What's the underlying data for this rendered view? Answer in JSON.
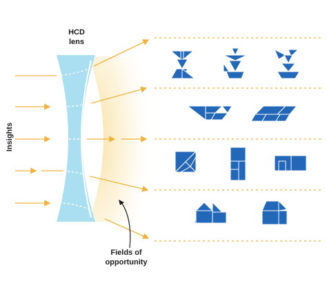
{
  "lens_label": [
    "HCD",
    "lens"
  ],
  "insights_label": "Insights",
  "fields_label": [
    "Fields of",
    "opportunity"
  ],
  "colors": {
    "lens": "#a9dff0",
    "arrow": "#f0b23c",
    "glow": "#f7d98a",
    "tangram": "#2267b8",
    "text": "#1a1a1a"
  },
  "icons": [
    "tangram-bird-icon",
    "tangram-bird-icon",
    "tangram-bird-icon",
    "tangram-boat-icon",
    "tangram-boat-icon",
    "tangram-square-icon",
    "tangram-rectangle-icon",
    "tangram-wide-rectangle-icon",
    "tangram-house-icon",
    "tangram-house-icon"
  ]
}
